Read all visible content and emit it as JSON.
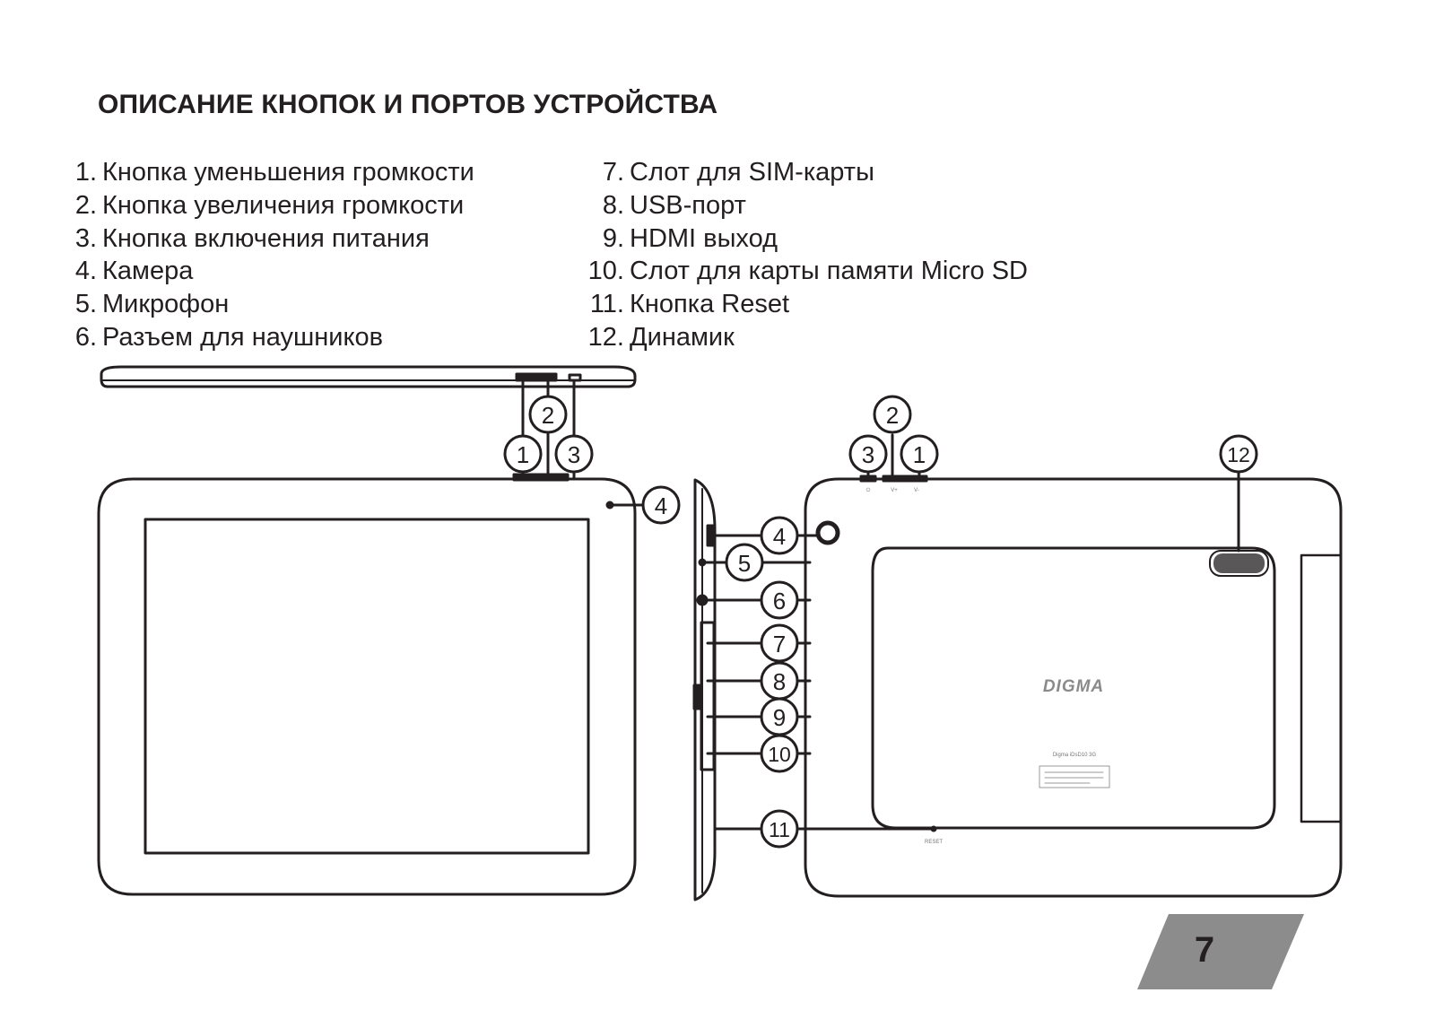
{
  "page": {
    "title": "ОПИСАНИЕ КНОПОК И ПОРТОВ УСТРОЙСТВА",
    "page_number": "7"
  },
  "legend": {
    "left": [
      {
        "num": "1.",
        "label": "Кнопка уменьшения громкости"
      },
      {
        "num": "2.",
        "label": "Кнопка увеличения громкости"
      },
      {
        "num": "3.",
        "label": "Кнопка включения питания"
      },
      {
        "num": "4.",
        "label": "Камера"
      },
      {
        "num": "5.",
        "label": "Микрофон"
      },
      {
        "num": "6.",
        "label": "Разъем для наушников"
      }
    ],
    "right": [
      {
        "num": "7.",
        "label": "Слот для SIM-карты"
      },
      {
        "num": "8.",
        "label": "USB-порт"
      },
      {
        "num": "9.",
        "label": "HDMI выход"
      },
      {
        "num": "10.",
        "label": "Слот для карты памяти Micro SD"
      },
      {
        "num": "11.",
        "label": "Кнопка Reset"
      },
      {
        "num": "12.",
        "label": "Динамик"
      }
    ]
  },
  "device": {
    "brand_logo": "DIGMA",
    "model_label": "Digma iDsD10 3G",
    "reset_label": "RESET",
    "button_labels": {
      "power": "⏻",
      "vol_up": "V+",
      "vol_down": "V-"
    }
  },
  "callouts": {
    "c1": "1",
    "c2": "2",
    "c3": "3",
    "c4": "4",
    "c5": "5",
    "c6": "6",
    "c7": "7",
    "c8": "8",
    "c9": "9",
    "c10": "10",
    "c11": "11",
    "c12": "12"
  }
}
